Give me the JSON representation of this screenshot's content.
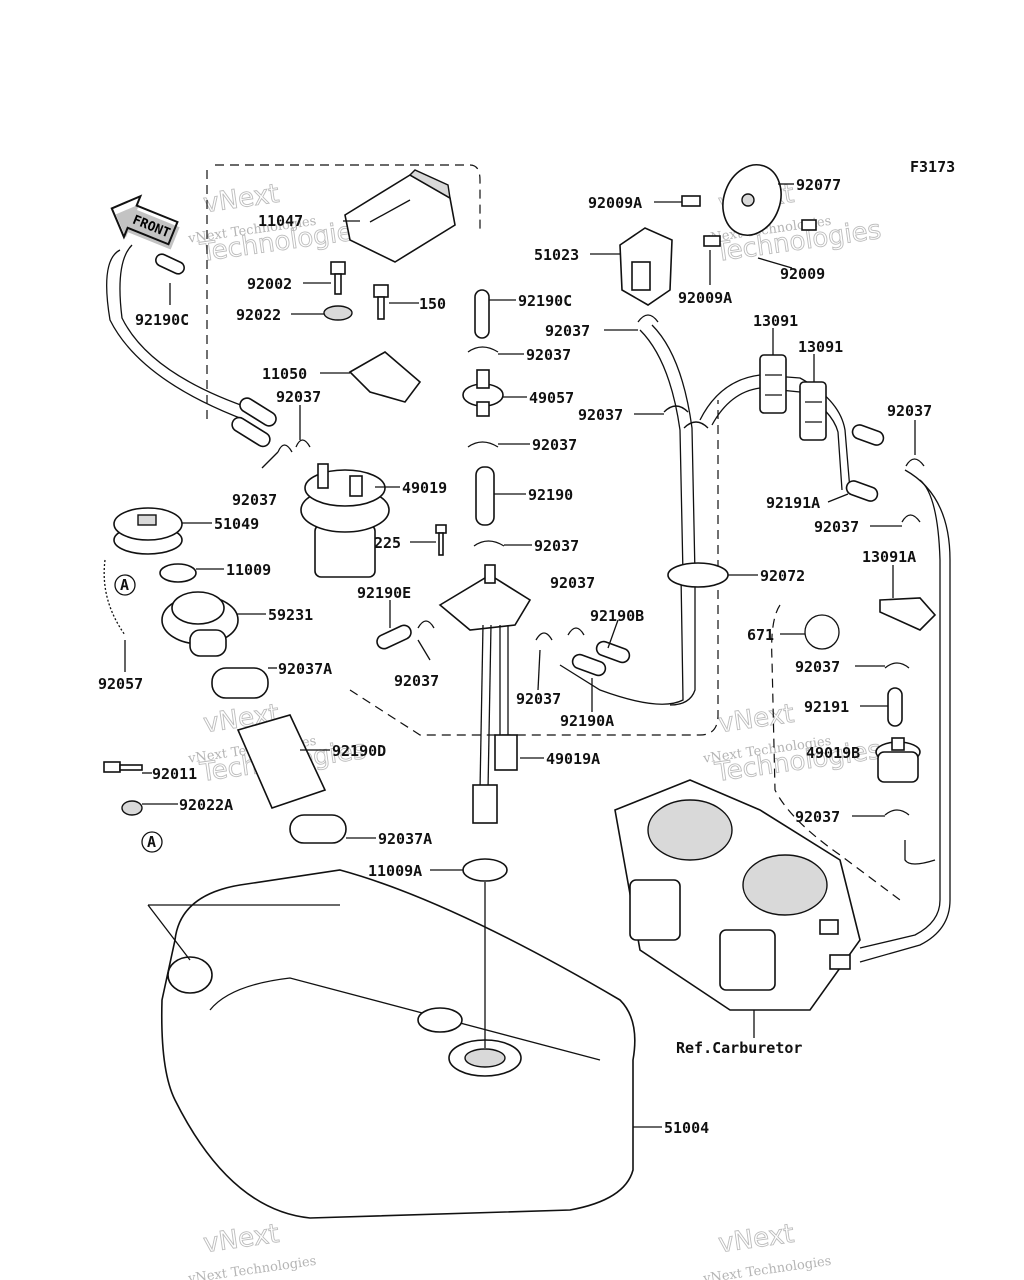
{
  "figure_code": "F3173",
  "front_label": "FRONT",
  "reference_label": "Ref.Carburetor",
  "watermark": {
    "line1": "vNext",
    "line2": "Technologies",
    "line3": "vNext Technologies"
  },
  "callouts": [
    {
      "id": "11047",
      "text": "11047"
    },
    {
      "id": "92002",
      "text": "92002"
    },
    {
      "id": "92022",
      "text": "92022"
    },
    {
      "id": "150",
      "text": "150"
    },
    {
      "id": "11050",
      "text": "11050"
    },
    {
      "id": "92190C-left",
      "text": "92190C"
    },
    {
      "id": "92037-a",
      "text": "92037"
    },
    {
      "id": "92037-b",
      "text": "92037"
    },
    {
      "id": "49019",
      "text": "49019"
    },
    {
      "id": "51049",
      "text": "51049"
    },
    {
      "id": "11009",
      "text": "11009"
    },
    {
      "id": "59231",
      "text": "59231"
    },
    {
      "id": "92057",
      "text": "92057"
    },
    {
      "id": "92037A",
      "text": "92037A"
    },
    {
      "id": "92190D",
      "text": "92190D"
    },
    {
      "id": "92011",
      "text": "92011"
    },
    {
      "id": "92022A",
      "text": "92022A"
    },
    {
      "id": "92037A-2",
      "text": "92037A"
    },
    {
      "id": "11009A",
      "text": "11009A"
    },
    {
      "id": "92190C-mid",
      "text": "92190C"
    },
    {
      "id": "92037-c",
      "text": "92037"
    },
    {
      "id": "49057",
      "text": "49057"
    },
    {
      "id": "92037-d",
      "text": "92037"
    },
    {
      "id": "92190",
      "text": "92190"
    },
    {
      "id": "225",
      "text": "225"
    },
    {
      "id": "92037-e",
      "text": "92037"
    },
    {
      "id": "92190E",
      "text": "92190E"
    },
    {
      "id": "92037-f",
      "text": "92037"
    },
    {
      "id": "92037-g",
      "text": "92037"
    },
    {
      "id": "92037-h",
      "text": "92037"
    },
    {
      "id": "92190B",
      "text": "92190B"
    },
    {
      "id": "92190A",
      "text": "92190A"
    },
    {
      "id": "49019A",
      "text": "49019A"
    },
    {
      "id": "92009A-top",
      "text": "92009A"
    },
    {
      "id": "92077",
      "text": "92077"
    },
    {
      "id": "51023",
      "text": "51023"
    },
    {
      "id": "92009",
      "text": "92009"
    },
    {
      "id": "92009A-bot",
      "text": "92009A"
    },
    {
      "id": "92037-i",
      "text": "92037"
    },
    {
      "id": "92037-j",
      "text": "92037"
    },
    {
      "id": "13091-a",
      "text": "13091"
    },
    {
      "id": "13091-b",
      "text": "13091"
    },
    {
      "id": "92037-k",
      "text": "92037"
    },
    {
      "id": "92191A",
      "text": "92191A"
    },
    {
      "id": "92037-l",
      "text": "92037"
    },
    {
      "id": "13091A",
      "text": "13091A"
    },
    {
      "id": "92072",
      "text": "92072"
    },
    {
      "id": "671",
      "text": "671"
    },
    {
      "id": "92037-m",
      "text": "92037"
    },
    {
      "id": "92191",
      "text": "92191"
    },
    {
      "id": "49019B",
      "text": "49019B"
    },
    {
      "id": "92037-n",
      "text": "92037"
    },
    {
      "id": "51004",
      "text": "51004"
    }
  ],
  "reference_marks": [
    {
      "id": "A-upper",
      "text": "A"
    },
    {
      "id": "A-lower",
      "text": "A"
    }
  ]
}
